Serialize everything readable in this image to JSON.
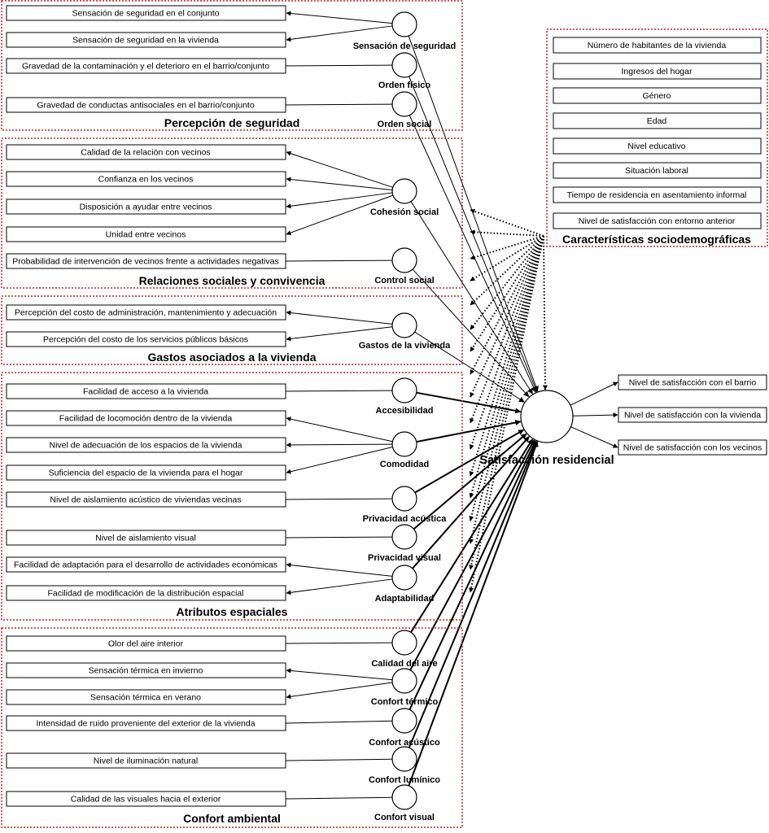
{
  "diagram": {
    "central": {
      "label": "Satisfacción residencial"
    },
    "outcomes": [
      "Nivel de satisfacción con el barrio",
      "Nivel de satisfacción con la vivienda",
      "Nivel de satisfacción con los vecinos"
    ],
    "sociodemographics": {
      "title": "Características sociodemográficas",
      "items": [
        "Número de habitantes de la vivienda",
        "Ingresos del hogar",
        "Género",
        "Edad",
        "Nivel educativo",
        "Situación laboral",
        "Tiempo de residencia en asentamiento informal",
        "Nivel de satisfacción con entorno anterior"
      ]
    },
    "groups": [
      {
        "title": "Percepción de seguridad",
        "latents": [
          {
            "label": "Sensación de seguridad",
            "indicators": [
              "Sensación de seguridad en el conjunto",
              "Sensación de seguridad en la vivienda"
            ]
          },
          {
            "label": "Orden físico",
            "indicators": [
              "Gravedad de la contaminación y el deterioro en el barrio/conjunto"
            ]
          },
          {
            "label": "Orden social",
            "indicators": [
              "Gravedad de conductas antisociales en el barrio/conjunto"
            ]
          }
        ]
      },
      {
        "title": "Relaciones sociales y convivencia",
        "latents": [
          {
            "label": "Cohesión social",
            "indicators": [
              "Calidad de la relación con vecinos",
              "Confianza en los vecinos",
              "Disposición a ayudar entre vecinos",
              "Unidad entre vecinos"
            ]
          },
          {
            "label": "Control social",
            "indicators": [
              "Probabilidad de intervención de vecinos frente a actividades negativas"
            ]
          }
        ]
      },
      {
        "title": "Gastos asociados a la vivienda",
        "latents": [
          {
            "label": "Gastos de la vivienda",
            "indicators": [
              "Percepción del costo de administración, mantenimiento y adecuación",
              "Percepción del costo de los servicios públicos básicos"
            ]
          }
        ]
      },
      {
        "title": "Atributos espaciales",
        "latents": [
          {
            "label": "Accesibilidad",
            "indicators": [
              "Facilidad de acceso a la vivienda"
            ]
          },
          {
            "label": "Comodidad",
            "indicators": [
              "Facilidad de locomoción dentro de la vivienda",
              "Nivel de adecuación de los espacios de la vivienda",
              "Suficiencia del espacio de la vivienda para el hogar"
            ]
          },
          {
            "label": "Privacidad acústica",
            "indicators": [
              "Nivel de aislamiento acústico de viviendas vecinas"
            ]
          },
          {
            "label": "Privacidad visual",
            "indicators": [
              "Nivel de aislamiento visual"
            ]
          },
          {
            "label": "Adaptabilidad",
            "indicators": [
              "Facilidad de adaptación para el desarrollo de actividades económicas",
              "Facilidad de modificación de la distribución espacial"
            ]
          }
        ]
      },
      {
        "title": "Confort ambiental",
        "latents": [
          {
            "label": "Calidad del aire",
            "indicators": [
              "Olor del aire interior"
            ]
          },
          {
            "label": "Confort térmico",
            "indicators": [
              "Sensación térmica en invierno",
              "Sensación térmica en verano"
            ]
          },
          {
            "label": "Confort acústico",
            "indicators": [
              "Intensidad de ruido proveniente del exterior de la vivienda"
            ]
          },
          {
            "label": "Confort lumínico",
            "indicators": [
              "Nivel de iluminación natural"
            ]
          },
          {
            "label": "Confort visual",
            "indicators": [
              "Calidad de las visuales hacia el exterior"
            ]
          }
        ]
      }
    ]
  }
}
